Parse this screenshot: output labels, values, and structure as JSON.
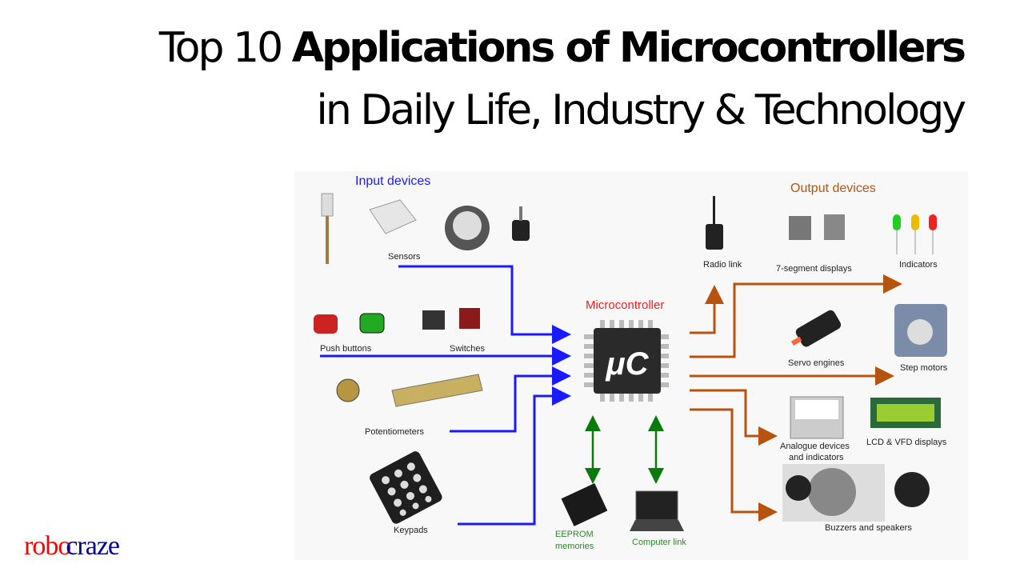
{
  "title": {
    "line1_regular": "Top 10 ",
    "line1_bold": "Applications of Microcontrollers",
    "line2": "in Daily Life, Industry & Technology"
  },
  "diagram": {
    "input_heading": "Input devices",
    "output_heading": "Output devices",
    "center_label": "Microcontroller",
    "chip_text": "μC",
    "inputs": [
      "Sensors",
      "Push buttons",
      "Switches",
      "Potentiometers",
      "Keypads"
    ],
    "outputs": [
      "Radio link",
      "7-segment displays",
      "Indicators",
      "Servo engines",
      "Step motors",
      "Analogue devices",
      "and indicators",
      "LCD & VFD displays",
      "Buzzers and speakers"
    ],
    "bidirectional": [
      "EEPROM",
      "memories",
      "Computer link"
    ],
    "colors": {
      "input": "#1a1aff",
      "output": "#b5530f",
      "bidirectional": "#0a7a0a",
      "center": "#ee2222"
    }
  },
  "logo": {
    "part1": "robo",
    "part2": "craze",
    "colors": {
      "part1": "#ff0000",
      "part2": "#00008b"
    }
  }
}
